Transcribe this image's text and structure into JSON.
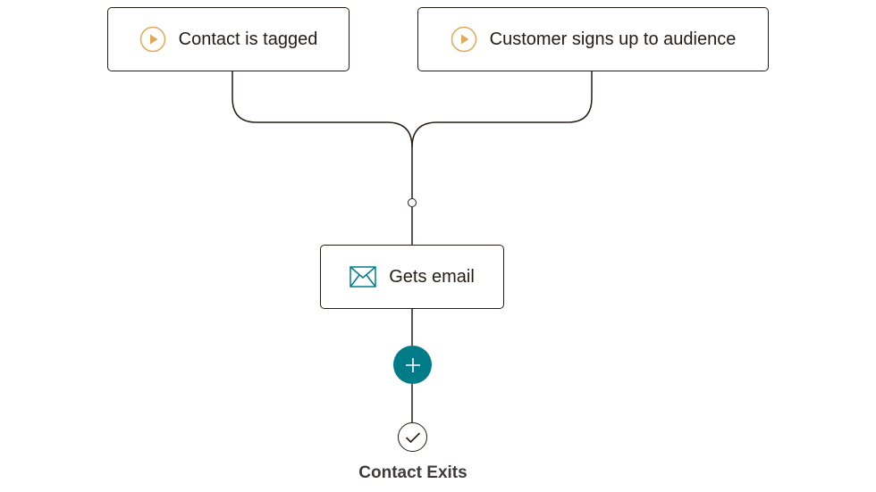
{
  "workflow": {
    "triggers": [
      {
        "label": "Contact is tagged",
        "icon": "play-circle-icon"
      },
      {
        "label": "Customer signs up to audience",
        "icon": "play-circle-icon"
      }
    ],
    "actions": [
      {
        "label": "Gets email",
        "icon": "envelope-icon"
      }
    ],
    "add_step": {
      "icon": "plus-icon"
    },
    "exit": {
      "label": "Contact Exits",
      "icon": "checkmark-icon"
    }
  },
  "colors": {
    "trigger_icon": "#e0a95a",
    "email_icon": "#007c89",
    "add_button": "#007c89",
    "line": "#241c15",
    "text": "#241c15"
  }
}
